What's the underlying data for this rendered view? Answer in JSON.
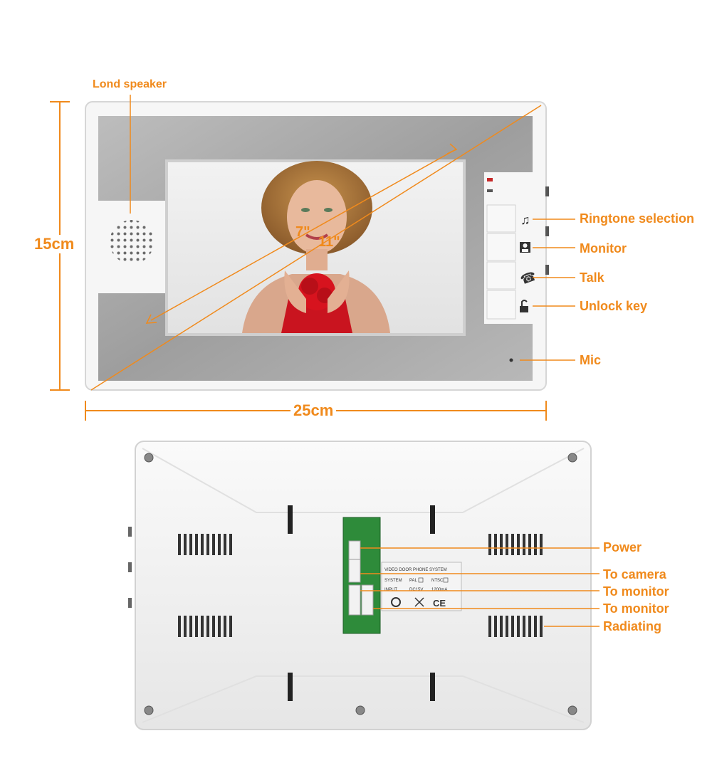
{
  "front_labels": {
    "speaker": "Lond speaker",
    "ringtone": "Ringtone selection",
    "monitor": "Monitor",
    "talk": "Talk",
    "unlock": "Unlock key",
    "mic": "Mic"
  },
  "dimensions": {
    "height": "15cm",
    "width": "25cm",
    "diagonal_in": "7\"",
    "diagonal_cm": "11\""
  },
  "back_labels": {
    "power": "Power",
    "camera": "To camera",
    "monitor1": "To monitor",
    "monitor2": "To monitor",
    "radiating": "Radiating"
  },
  "sticker": {
    "title": "VIDEO DOOR PHONE SYSTEM",
    "system": "SYSTEM",
    "pal": "PAL",
    "ntsc": "NTSC",
    "input": "INPUT",
    "voltage": "DC15V",
    "current": "1200mA",
    "ce": "CE"
  },
  "colors": {
    "accent": "#f08a1c",
    "bezel": "#a9a9a9",
    "case": "#f4f4f4",
    "pcb": "#2e8b3a"
  }
}
